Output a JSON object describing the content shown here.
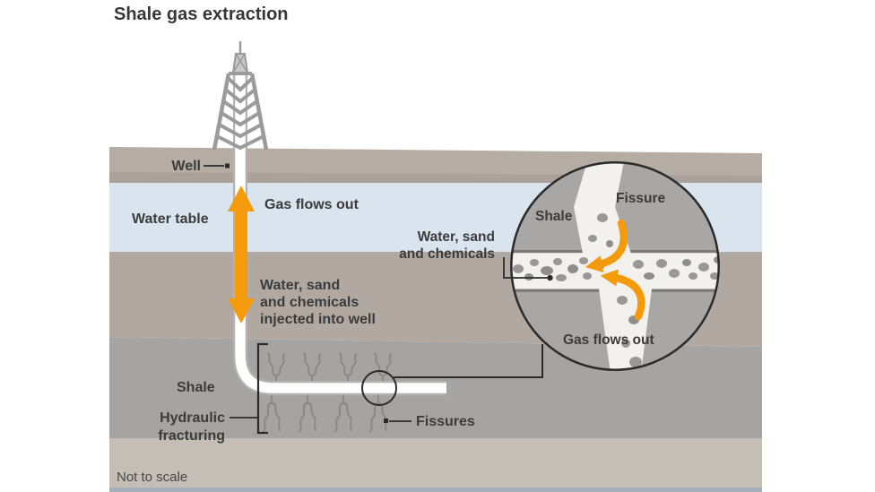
{
  "title": "Shale gas extraction",
  "footnote": "Not to scale",
  "diagram": {
    "labels": {
      "well": "Well",
      "water_table": "Water table",
      "gas_flows_out": "Gas flows out",
      "injection": {
        "line1": "Water, sand",
        "line2": "and chemicals",
        "line3": "injected into well"
      },
      "shale": "Shale",
      "hydraulic": {
        "line1": "Hydraulic",
        "line2": "fracturing"
      },
      "fissures": "Fissures"
    },
    "inset": {
      "shale": "Shale",
      "fissure": "Fissure",
      "water_sand": {
        "line1": "Water, sand",
        "line2": "and chemicals"
      },
      "gas_flows_out": "Gas flows out"
    }
  },
  "icons": {
    "drilling_rig": "derrick-tower-icon",
    "gas_up_arrow": "orange-up-arrow",
    "injection_down_arrow": "orange-down-arrow",
    "magnifier": "detail-zoom-circle",
    "fissure_cracks": "crack-squiggle"
  },
  "colors": {
    "accent_orange": "#f59b0b",
    "topsoil": "#b5aca4",
    "topsoil_edge": "#aaa19a",
    "water_table": "#d9e4ee",
    "mid_rock": "#b1a8a1",
    "shale": "#a6a4a2",
    "inset_shale": "#a9a7a5",
    "lower_rock": "#c4beb6",
    "base_strip": "#a5afbc",
    "channel": "#f2f1ee",
    "pebble": "#9a9896",
    "rig_gray": "#9b9b9b",
    "line_dark": "#2b2b2b",
    "text": "#3b3b3b"
  }
}
